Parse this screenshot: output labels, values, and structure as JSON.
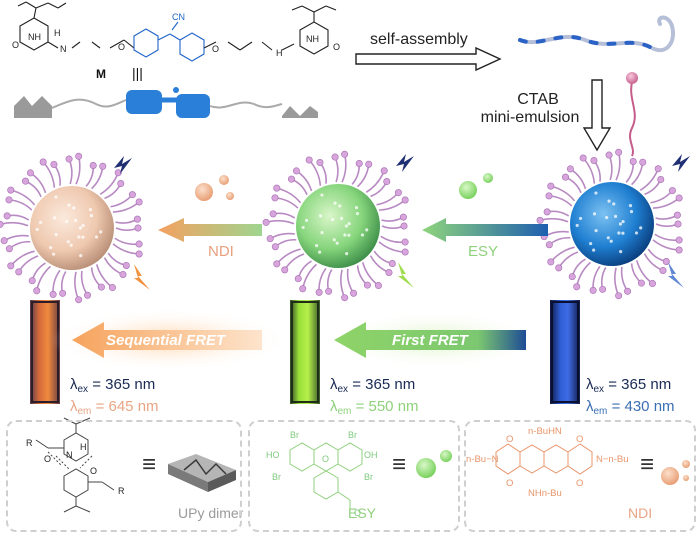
{
  "molecule": {
    "label": "M",
    "cn_label": "CN",
    "nh": "NH",
    "h": "H",
    "n": "N",
    "o": "O",
    "equiv": "|||"
  },
  "steps": {
    "self_assembly": "self-assembly",
    "ctab_line1": "CTAB",
    "ctab_line2": "mini-emulsion"
  },
  "arrows": {
    "ndi": "NDI",
    "esy": "ESY",
    "sequential_fret": "Sequential FRET",
    "first_fret": "First FRET"
  },
  "cuvettes": [
    {
      "ex_prefix": "λ",
      "ex_sub": "ex",
      "ex_value": " =  365 nm",
      "em_prefix": "λ",
      "em_sub": "em",
      "em_value": " = 645 nm",
      "em_color": "#e9a585"
    },
    {
      "ex_prefix": "λ",
      "ex_sub": "ex",
      "ex_value": " =  365 nm",
      "em_prefix": "λ",
      "em_sub": "em",
      "em_value": " = 550 nm",
      "em_color": "#8fd17c"
    },
    {
      "ex_prefix": "λ",
      "ex_sub": "ex",
      "ex_value": " =  365 nm",
      "em_prefix": "λ",
      "em_sub": "em",
      "em_value": " = 430 nm",
      "em_color": "#3b6fb3"
    }
  ],
  "legend": {
    "upy_label": "UPy dimer",
    "esy_label": "ESY",
    "ndi_label": "NDI",
    "equiv": "≡",
    "upy_atoms": {
      "o": "O",
      "h": "H",
      "n": "N",
      "r": "R"
    },
    "esy_atoms": {
      "ho": "HO",
      "oh": "OH",
      "br": "Br",
      "o": "O"
    },
    "ndi_atoms": {
      "nbuhn": "n-BuHN",
      "nbu_left": "n-Bu−N",
      "nbu_right": "N−n-Bu",
      "nhnbu": "NHn-Bu",
      "o": "O"
    }
  },
  "colors": {
    "core_beige": "#f0d2bf",
    "core_green": "#7fd37c",
    "core_blue": "#1e78c8",
    "corona": "#c98fd0",
    "orange": "#f4a060",
    "green": "#7ccf63",
    "blue": "#2a4f9a"
  }
}
